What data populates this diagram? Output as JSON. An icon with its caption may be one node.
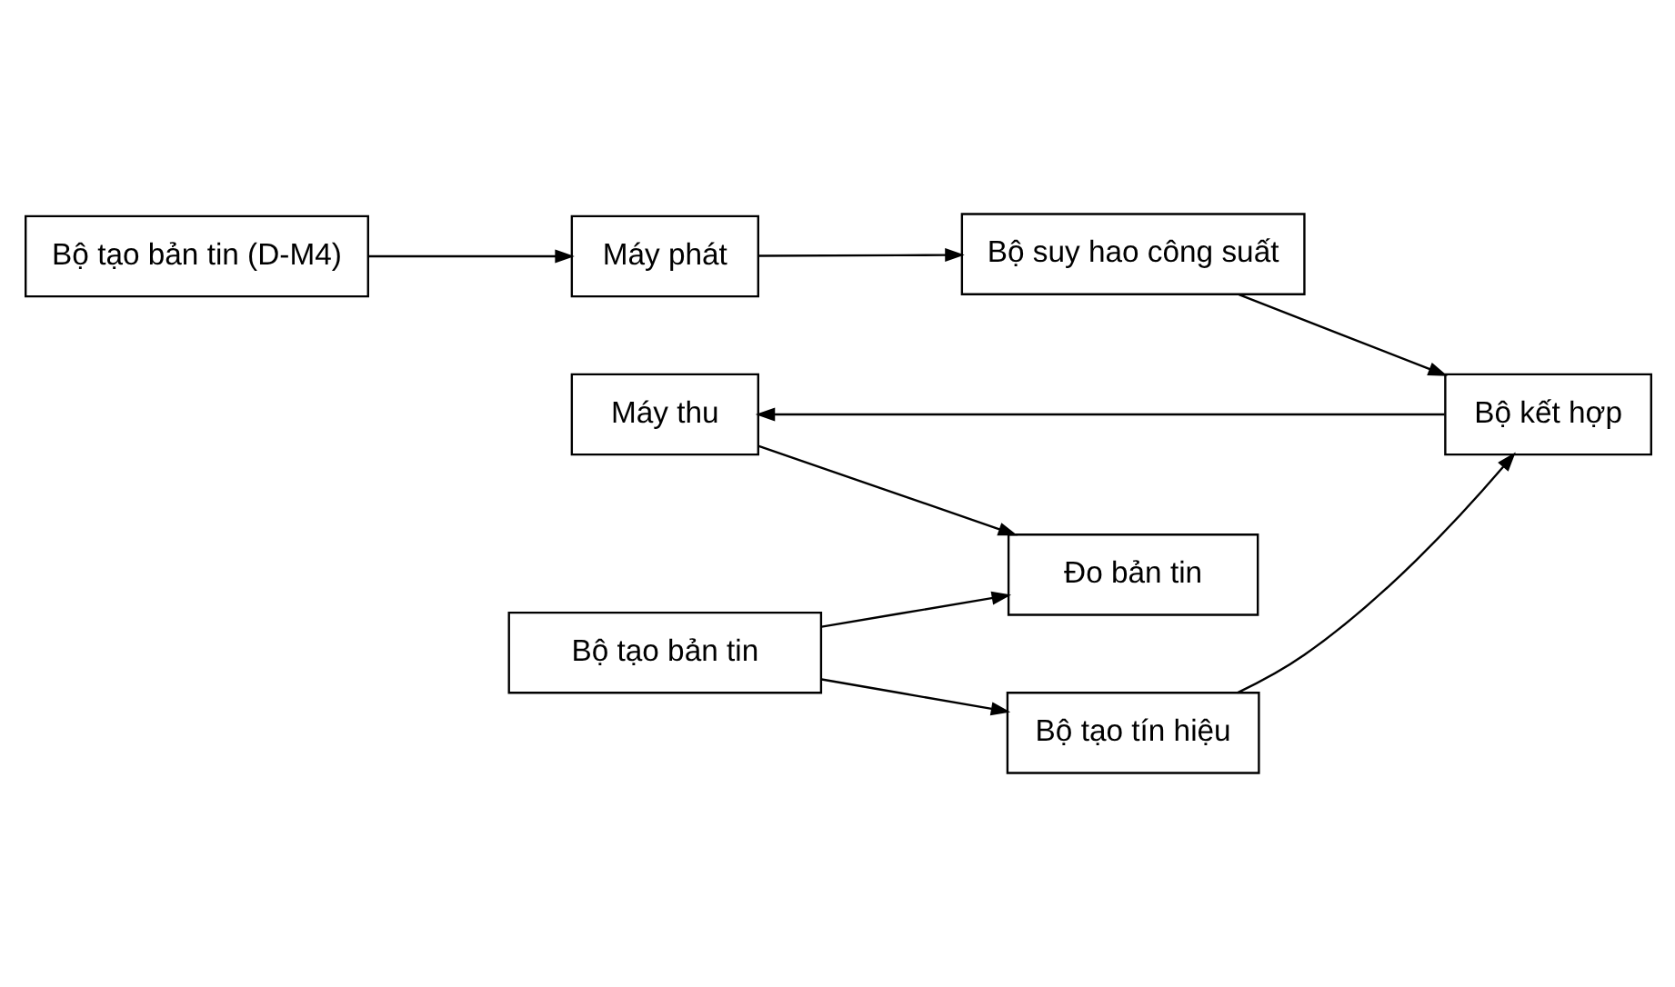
{
  "diagram": {
    "nodes": [
      {
        "text": [
          "Bộ tạo bản tin (D-M4)"
        ]
      },
      {
        "text": [
          "Bộ tạo tín hiệu"
        ]
      },
      {
        "text": [
          "Bộ kết hợp"
        ]
      },
      {
        "text": [
          "Bộ suy hao công suất"
        ]
      },
      {
        "text": [
          "Máy phát"
        ]
      },
      {
        "text": [
          "Máy thu"
        ]
      },
      {
        "text": [
          "Bộ tạo bản tin"
        ]
      },
      {
        "text": [
          "Đo bản tin"
        ]
      }
    ],
    "edges": [
      {
        "from": 0,
        "to": 4,
        "arrow": "to"
      },
      {
        "from": 4,
        "to": 3,
        "arrow": "to"
      },
      {
        "from": 3,
        "to": 2,
        "arrow": "to"
      },
      {
        "from": 1,
        "to": 2,
        "arrow": "to"
      },
      {
        "from": 2,
        "to": 5,
        "arrow": "to"
      },
      {
        "from": 5,
        "to": 7,
        "arrow": "to"
      },
      {
        "from": 6,
        "to": 1,
        "arrow": "to"
      },
      {
        "from": 6,
        "to": 7,
        "arrow": "to"
      }
    ]
  }
}
